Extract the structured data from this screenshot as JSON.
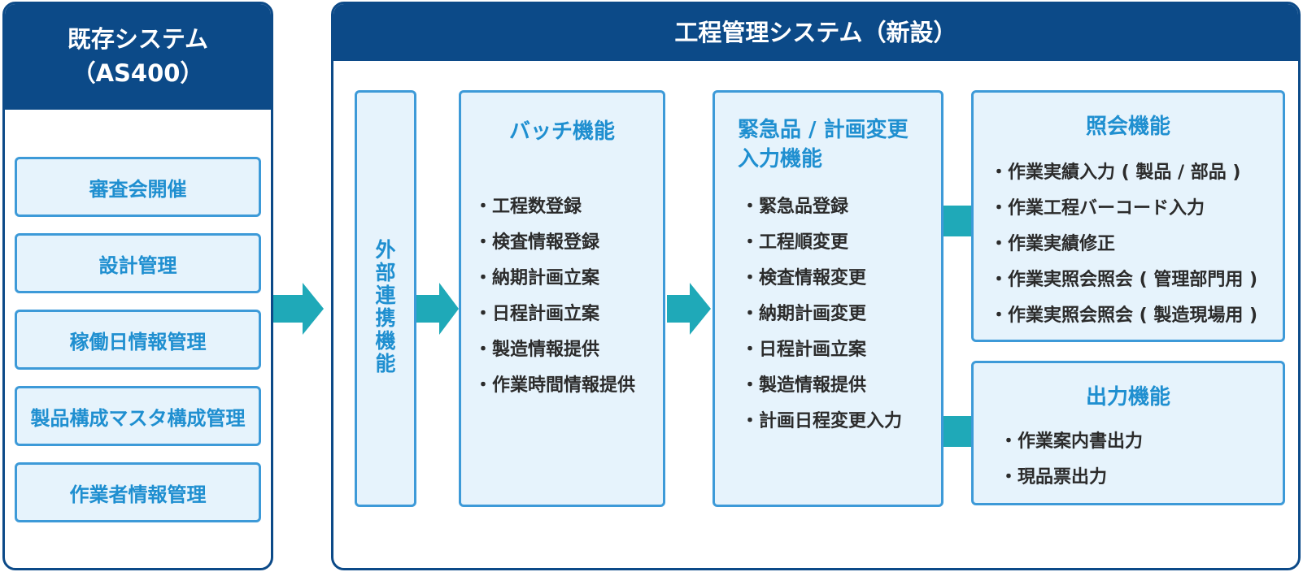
{
  "legacy": {
    "title_line1": "既存システム",
    "title_line2": "（AS400）",
    "items": [
      "審査会開催",
      "設計管理",
      "稼働日情報管理",
      "製品構成マスタ構成管理",
      "作業者情報管理"
    ]
  },
  "new_system": {
    "title": "工程管理システム（新設）",
    "external": {
      "chars": [
        "外",
        "部",
        "連",
        "携",
        "機",
        "能"
      ]
    },
    "batch": {
      "title": "バッチ機能",
      "items": [
        "・工程数登録",
        "・検査情報登録",
        "・納期計画立案",
        "・日程計画立案",
        "・製造情報提供",
        "・作業時間情報提供"
      ]
    },
    "urgent": {
      "title_line1": "緊急品 / 計画変更",
      "title_line2": "入力機能",
      "items": [
        "・緊急品登録",
        "・工程順変更",
        "・検査情報変更",
        "・納期計画変更",
        "・日程計画立案",
        "・製造情報提供",
        "・計画日程変更入力"
      ]
    },
    "inquiry": {
      "title": "照会機能",
      "items": [
        "・作業実績入力 ( 製品 / 部品 )",
        "・作業工程バーコード入力",
        "・作業実績修正",
        "・作業実照会照会 ( 管理部門用 )",
        "・作業実照会照会 ( 製造現場用 )"
      ]
    },
    "output": {
      "title": "出力機能",
      "items": [
        "・作業案内書出力",
        "・現品票出力"
      ]
    }
  },
  "colors": {
    "header": "#0c4a88",
    "box_border": "#3d9ad8",
    "box_fill": "#e6f3fc",
    "accent_text": "#1f8fd0",
    "arrow": "#1fa9b8"
  }
}
